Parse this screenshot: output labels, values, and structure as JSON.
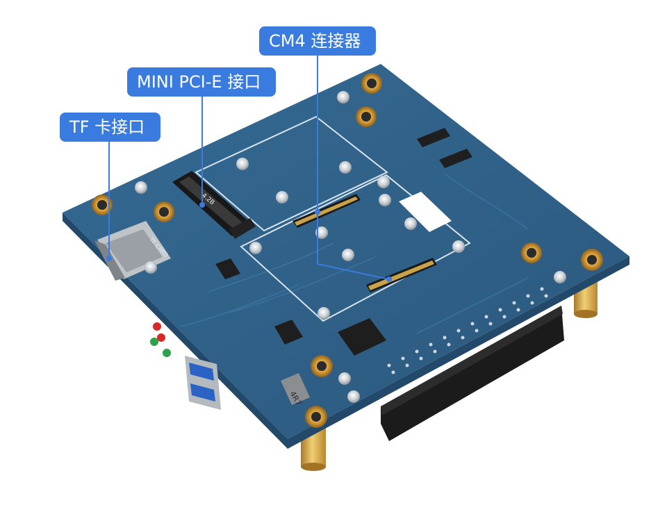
{
  "callouts": {
    "cm4": "CM4 连接器",
    "mini_pcie": "MINI PCI-E 接口",
    "tf_card": "TF 卡接口"
  },
  "board_markings": {
    "tf_card_silk": "TF CARD",
    "inductor_code": "4R7",
    "pcie_socket_code": "4.2B"
  },
  "colors": {
    "callout_bg": "#3a7be0",
    "callout_text": "#ffffff",
    "pcb_top": "#2f5f85",
    "pcb_edge": "#22496a",
    "gold": "#d6a53a"
  }
}
